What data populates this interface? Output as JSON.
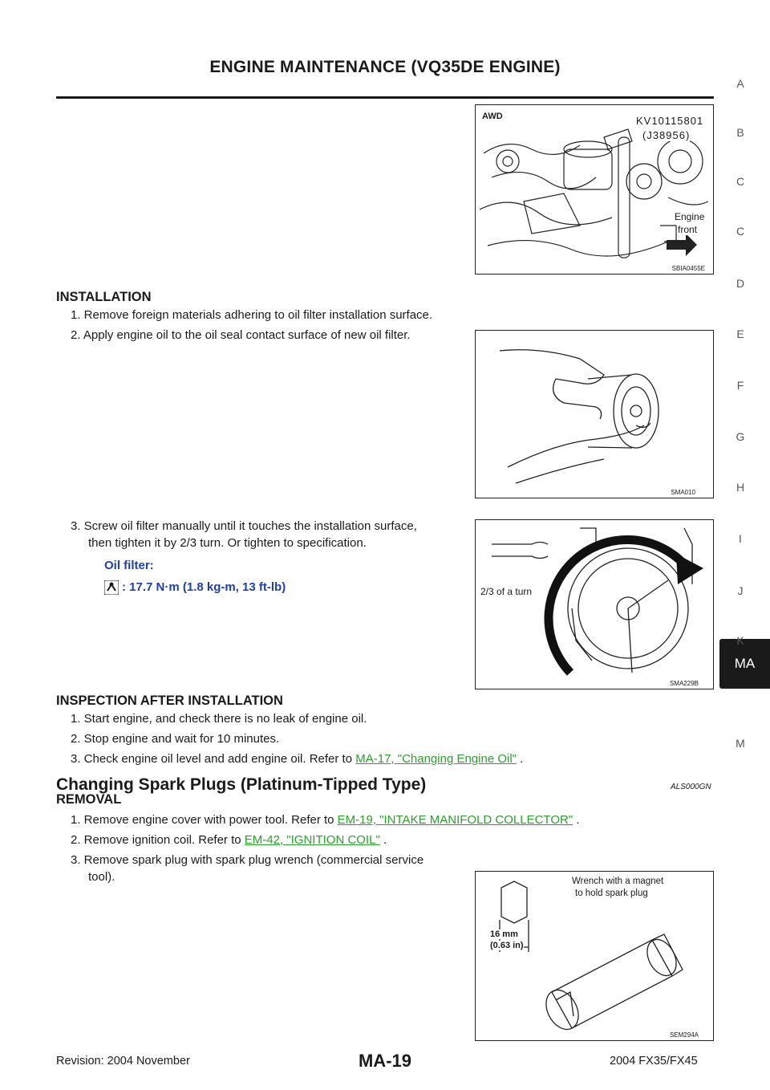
{
  "header": {
    "title": "ENGINE MAINTENANCE (VQ35DE ENGINE)"
  },
  "side_index": {
    "letters": [
      "A",
      "B",
      "C",
      "D",
      "E",
      "F",
      "G",
      "H",
      "I",
      "J",
      "K",
      "M"
    ],
    "active": "MA"
  },
  "figures": {
    "fig1": {
      "caption": "SBIA0455E",
      "label_awd": "AWD",
      "label_tool_1": "KV10115801",
      "label_tool_2": "(J38956)",
      "label_front_1": "Engine",
      "label_front_2": "front"
    },
    "fig2": {
      "caption": "SMA010"
    },
    "fig3": {
      "caption": "SMA229B",
      "label_turn": "2/3 of a turn"
    },
    "fig4": {
      "caption": "SEM294A",
      "label_wrench_1": "Wrench with a magnet",
      "label_wrench_2": "to hold spark plug",
      "label_size_1": "16 mm",
      "label_size_2": "(0.63 in)"
    }
  },
  "installation": {
    "heading": "INSTALLATION",
    "step1": "1.  Remove foreign materials adhering to oil filter installation surface.",
    "step2": "2.  Apply engine oil to the oil seal contact surface of new oil filter.",
    "step3_line1": "3.  Screw oil filter manually until it touches the installation surface,",
    "step3_line2": "then tighten it by 2/3 turn. Or tighten to specification.",
    "spec_label": "Oil filter:",
    "spec_value": ": 17.7 N·m (1.8 kg-m, 13 ft-lb)"
  },
  "inspection": {
    "heading": "INSPECTION AFTER INSTALLATION",
    "step1": "1.  Start engine, and check there is no leak of engine oil.",
    "step2": "2.  Stop engine and wait for 10 minutes.",
    "step3_pre": "3.  Check engine oil level and add engine oil. Refer to ",
    "step3_link": "MA-17, \"Changing Engine Oil\"",
    "step3_post": " ."
  },
  "spark_plugs": {
    "heading": "Changing Spark Plugs (Platinum-Tipped Type)",
    "code": "ALS000GN",
    "removal_heading": "REMOVAL",
    "step1_pre": "1.  Remove engine cover with power tool. Refer to ",
    "step1_link": "EM-19, \"INTAKE MANIFOLD COLLECTOR\"",
    "step1_post": " .",
    "step2_pre": "2.  Remove ignition coil. Refer to ",
    "step2_link": "EM-42, \"IGNITION COIL\"",
    "step2_post": " .",
    "step3_line1": "3.  Remove spark plug with spark plug wrench (commercial service",
    "step3_line2": "tool)."
  },
  "footer": {
    "revision": "Revision: 2004 November",
    "page": "MA-19",
    "model": "2004 FX35/FX45"
  }
}
